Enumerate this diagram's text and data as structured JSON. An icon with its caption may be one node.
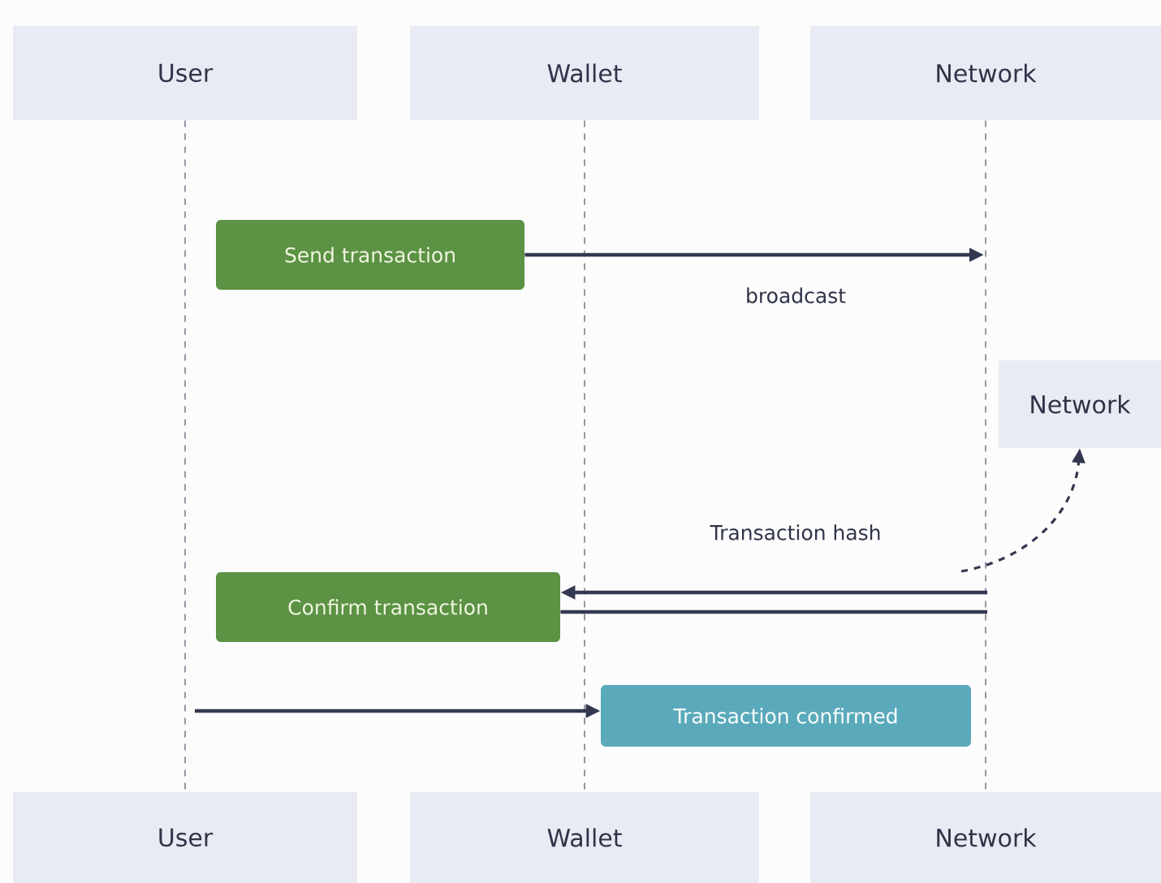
{
  "diagram": {
    "nodes": [
      {
        "text": [
          "User"
        ]
      },
      {
        "text": [
          "Wallet"
        ]
      },
      {
        "text": [
          "Network"
        ]
      },
      {
        "text": [
          "Send transaction"
        ]
      },
      {
        "text": [
          "Network"
        ]
      },
      {
        "text": [
          "Confirm transaction"
        ]
      },
      {
        "text": [
          "Transaction confirmed"
        ]
      },
      {
        "text": [
          "User"
        ]
      },
      {
        "text": [
          "Wallet"
        ]
      },
      {
        "text": [
          "Network"
        ]
      }
    ],
    "edges": [
      {
        "from": 0,
        "to": 7,
        "arrow": "none",
        "style": "dashed",
        "color": "#7a7d8a"
      },
      {
        "from": 1,
        "to": 8,
        "arrow": "none",
        "style": "dashed",
        "color": "#7a7d8a"
      },
      {
        "from": 2,
        "to": 9,
        "arrow": "none",
        "style": "dashed",
        "color": "#7a7d8a"
      },
      {
        "from": 3,
        "to": null,
        "arrow": "to",
        "label": "broadcast"
      },
      {
        "from": null,
        "to": 4,
        "arrow": "to",
        "style": "dashed"
      },
      {
        "from": null,
        "to": 5,
        "arrow": "to",
        "label": "Transaction hash"
      },
      {
        "from": 5,
        "to": null,
        "arrow": "none"
      },
      {
        "from": null,
        "to": 6,
        "arrow": "to"
      }
    ]
  }
}
